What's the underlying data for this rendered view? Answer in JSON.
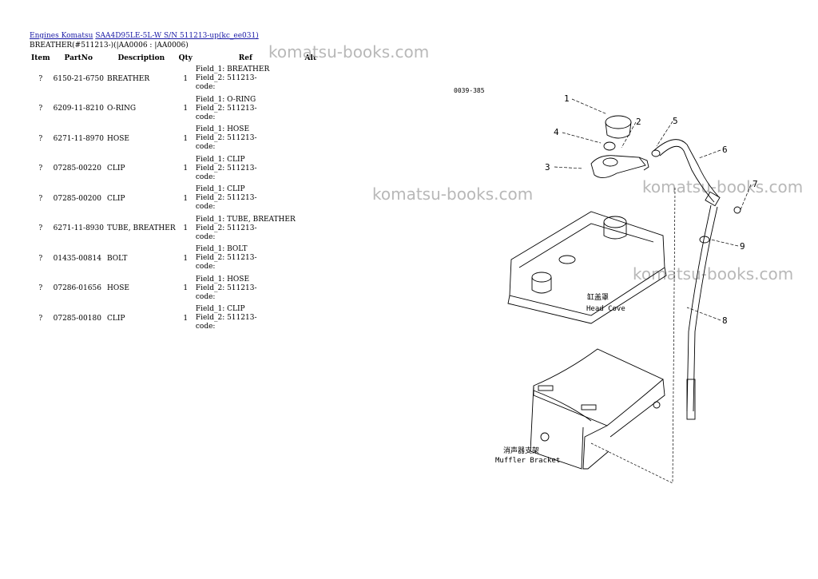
{
  "breadcrumb": {
    "engines_komatsu": "Engines Komatsu",
    "model": "SAA4D95LE-5L-W S/N 511213-up(kc_ee031)"
  },
  "subtitle": "BREATHER(#511213-)(|AA0006 : |AA0006)",
  "table": {
    "headers": [
      "Item",
      "PartNo",
      "Description",
      "Qty",
      "Ref",
      "Alt"
    ],
    "rows": [
      {
        "item": "?",
        "partno": "6150-21-6750",
        "description": "BREATHER",
        "qty": "1",
        "ref1": "Field_1: BREATHER",
        "ref2": "Field_2: 511213-",
        "ref3": "code:"
      },
      {
        "item": "?",
        "partno": "6209-11-8210",
        "description": "O-RING",
        "qty": "1",
        "ref1": "Field_1: O-RING",
        "ref2": "Field_2: 511213-",
        "ref3": "code:"
      },
      {
        "item": "?",
        "partno": "6271-11-8970",
        "description": "HOSE",
        "qty": "1",
        "ref1": "Field_1: HOSE",
        "ref2": "Field_2: 511213-",
        "ref3": "code:"
      },
      {
        "item": "?",
        "partno": "07285-00220",
        "description": "CLIP",
        "qty": "1",
        "ref1": "Field_1: CLIP",
        "ref2": "Field_2: 511213-",
        "ref3": "code:"
      },
      {
        "item": "?",
        "partno": "07285-00200",
        "description": "CLIP",
        "qty": "1",
        "ref1": "Field_1: CLIP",
        "ref2": "Field_2: 511213-",
        "ref3": "code:"
      },
      {
        "item": "?",
        "partno": "6271-11-8930",
        "description": "TUBE, BREATHER",
        "qty": "1",
        "ref1": "Field_1: TUBE, BREATHER",
        "ref2": "Field_2: 511213-",
        "ref3": "code:"
      },
      {
        "item": "?",
        "partno": "01435-00814",
        "description": "BOLT",
        "qty": "1",
        "ref1": "Field_1: BOLT",
        "ref2": "Field_2: 511213-",
        "ref3": "code:"
      },
      {
        "item": "?",
        "partno": "07286-01656",
        "description": "HOSE",
        "qty": "1",
        "ref1": "Field_1: HOSE",
        "ref2": "Field_2: 511213-",
        "ref3": "code:"
      },
      {
        "item": "?",
        "partno": "07285-00180",
        "description": "CLIP",
        "qty": "1",
        "ref1": "Field_1: CLIP",
        "ref2": "Field_2: 511213-",
        "ref3": "code:"
      }
    ]
  },
  "watermark": "komatsu-books.com",
  "diagram": {
    "code": "0039-385",
    "callouts": [
      "1",
      "2",
      "3",
      "4",
      "5",
      "6",
      "7",
      "8",
      "9"
    ],
    "head_cover_cn": "缸盖罩",
    "head_cover_en": "Head Cove",
    "muffler_cn": "消声器支架",
    "muffler_en": "Muffler Bracket"
  }
}
